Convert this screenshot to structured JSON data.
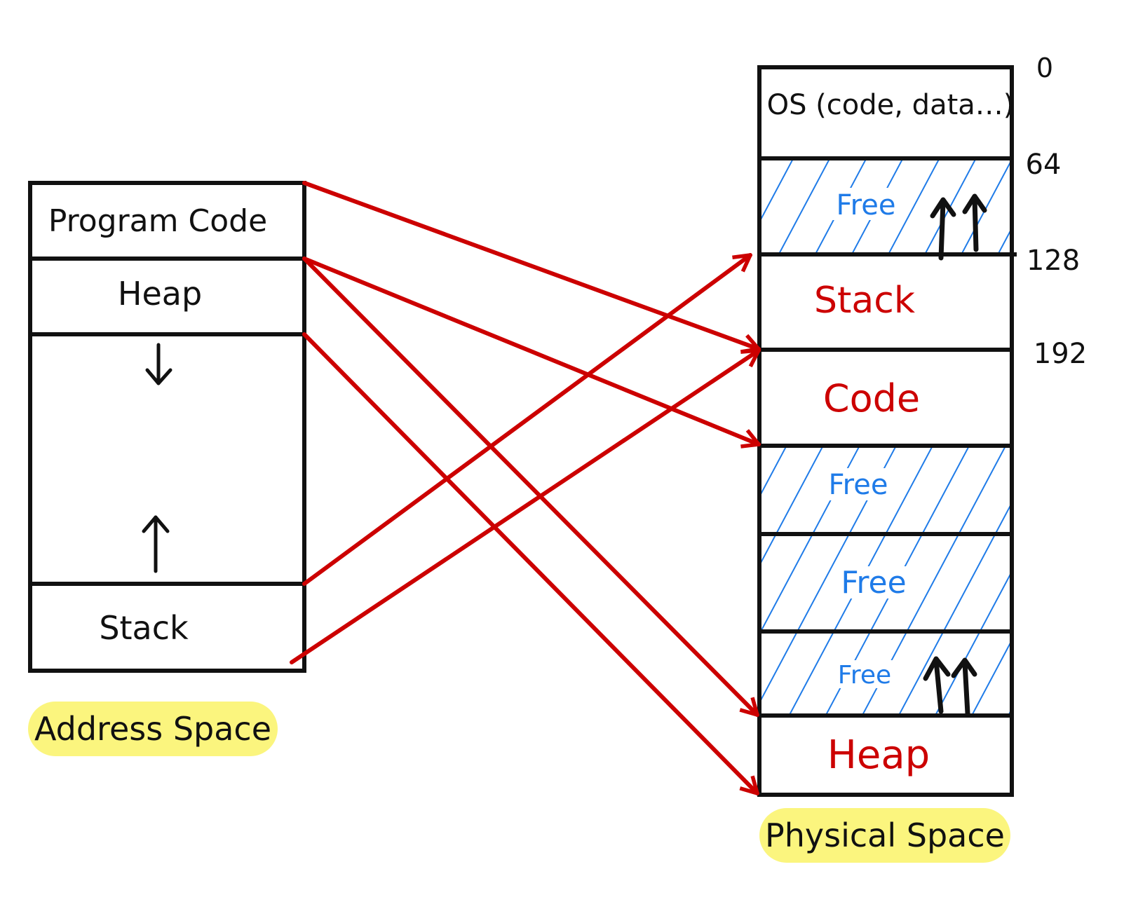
{
  "address_space": {
    "caption": "Address Space",
    "segments": {
      "code": "Program Code",
      "heap": "Heap",
      "stack": "Stack"
    }
  },
  "physical_space": {
    "caption": "Physical Space",
    "slots": {
      "os": "OS (code, data…)",
      "free1": "Free",
      "stack": "Stack",
      "code": "Code",
      "free2": "Free",
      "free3": "Free",
      "free4": "Free",
      "heap": "Heap"
    },
    "addresses": [
      "0",
      "64",
      "128",
      "192"
    ]
  },
  "colors": {
    "line": "#111111",
    "mapping_arrow": "#cc0000",
    "free_hatch": "#1f7be8",
    "caption_bg": "#fbf57e"
  }
}
